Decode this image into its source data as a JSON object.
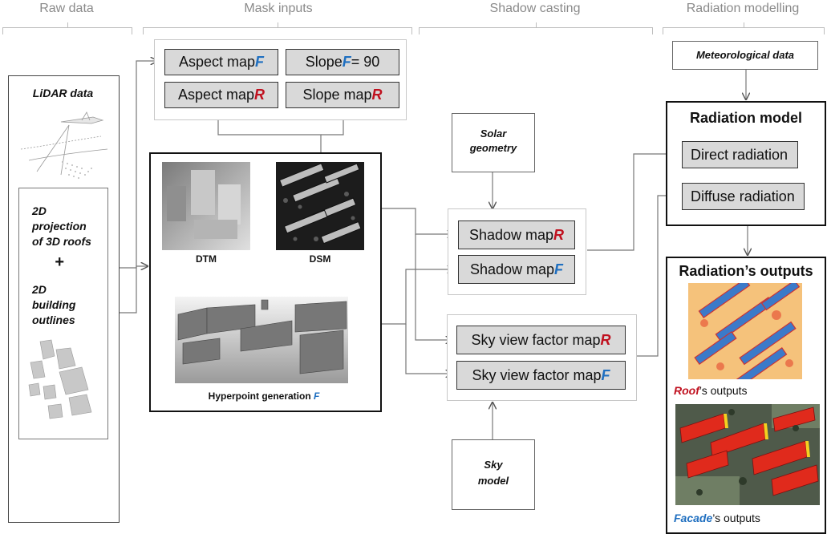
{
  "headers": {
    "raw_data": "Raw data",
    "mask_inputs": "Mask inputs",
    "shadow_casting": "Shadow casting",
    "radiation_modelling": "Radiation modelling"
  },
  "mask_inputs": {
    "aspect_f": "Aspect map ",
    "slope_f_prefix": "Slope ",
    "slope_f_suffix": " = 90",
    "aspect_r": "Aspect map ",
    "slope_r": "Slope map "
  },
  "flags": {
    "F": "F",
    "R": "R"
  },
  "raw": {
    "lidar": "LiDAR data",
    "proj_line1": "2D",
    "proj_line2": "projection",
    "proj_line3": "of 3D roofs",
    "plus": "+",
    "outline_line1": "2D",
    "outline_line2": "building",
    "outline_line3": "outlines"
  },
  "hyperpoint": {
    "dtm": "DTM",
    "dsm": "DSM",
    "caption": "Hyperpoint generation "
  },
  "shadow": {
    "solar_line1": "Solar",
    "solar_line2": "geometry",
    "shadow_r": "Shadow map ",
    "shadow_f": "Shadow map ",
    "svf_r": "Sky view factor map ",
    "svf_f": "Sky view factor map ",
    "sky_line1": "Sky",
    "sky_line2": "model"
  },
  "radiation": {
    "meteo": "Meteorological  data",
    "model_title": "Radiation model",
    "direct": "Direct radiation",
    "diffuse": "Diffuse radiation",
    "outputs_title": "Radiation’s outputs",
    "roof_word": "Roof",
    "roof_suffix": "’s outputs",
    "facade_word": "Facade",
    "facade_suffix": "’s outputs"
  },
  "colors": {
    "roof_accent": "#c0111f",
    "facade_accent": "#1f6fc0",
    "box_fill": "#d9d9d9"
  }
}
